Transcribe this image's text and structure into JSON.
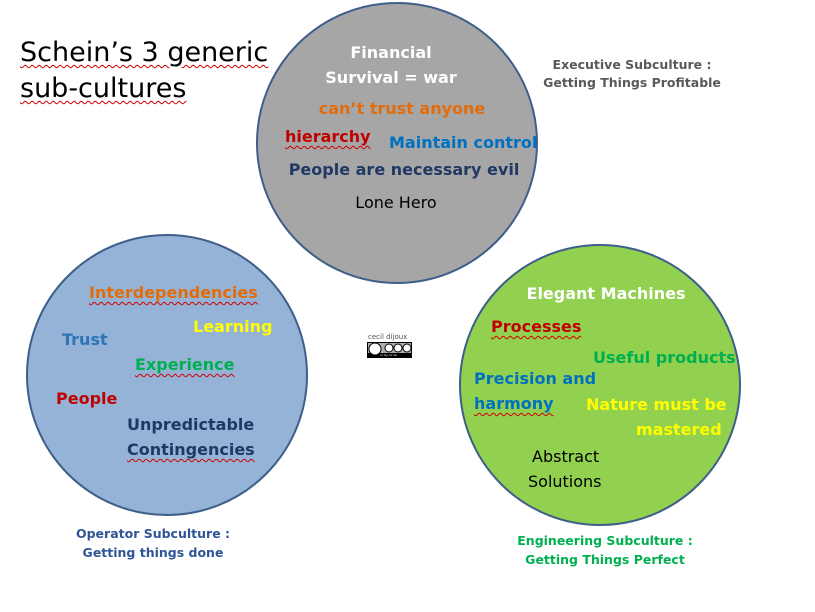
{
  "title": "Schein’s 3 generic sub-cultures",
  "title_lines": [
    "Schein’s 3 generic",
    "sub-cultures"
  ],
  "colors": {
    "executive_circle": "#a6a6a6",
    "operator_circle": "#95b3d7",
    "engineering_circle": "#92d050",
    "circle_border": "#3d5f8a"
  },
  "executive": {
    "heading": [
      "Financial",
      "Survival  = war"
    ],
    "items": [
      "can’t trust anyone",
      "hierarchy",
      "Maintain control",
      "People are necessary evil",
      "Lone Hero"
    ],
    "caption": [
      "Executive Subculture :",
      "Getting Things Profitable"
    ]
  },
  "operator": {
    "items": [
      "Interdependencies",
      "Learning",
      "Trust",
      "Experience",
      "People",
      "Unpredictable",
      "Contingencies"
    ],
    "caption": [
      "Operator Subculture :",
      "Getting things done"
    ]
  },
  "engineering": {
    "heading": "Elegant Machines",
    "items": [
      "Processes",
      "Useful products",
      "Precision and",
      "harmony",
      "Nature must be",
      "mastered",
      "Abstract",
      "Solutions"
    ],
    "caption": [
      "Engineering Subculture :",
      "Getting Things Perfect"
    ]
  },
  "license": {
    "author": "cecil dijoux",
    "badge": "cc by nc sa",
    "icon": "creative-commons-icon"
  }
}
